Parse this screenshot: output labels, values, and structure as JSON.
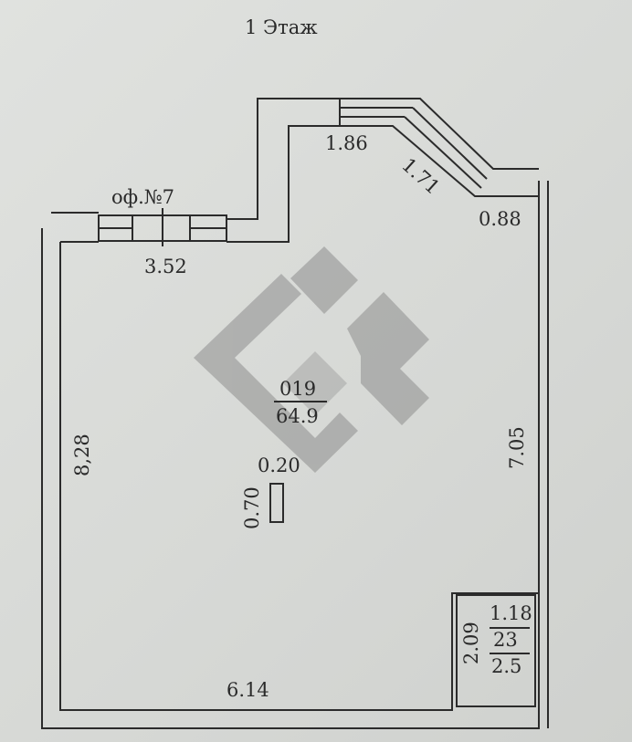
{
  "title": "1 Этаж",
  "office_label": "оф.№7",
  "dimensions": {
    "top_wall": "1.86",
    "stair_slope": "1.71",
    "corner_right": "0.88",
    "entrance": "3.52",
    "left_wall": "8,28",
    "right_wall": "7.05",
    "bottom_wall": "6.14",
    "column_width": "0.20",
    "column_height": "0.70"
  },
  "main_room": {
    "number": "019",
    "area": "64.9"
  },
  "small_room": {
    "width": "1.18",
    "number": "23",
    "area": "2.5",
    "height": "2.09"
  },
  "colors": {
    "background": "#d9dbd8",
    "line": "#2b2b2b",
    "watermark": "#8e8e8e"
  }
}
